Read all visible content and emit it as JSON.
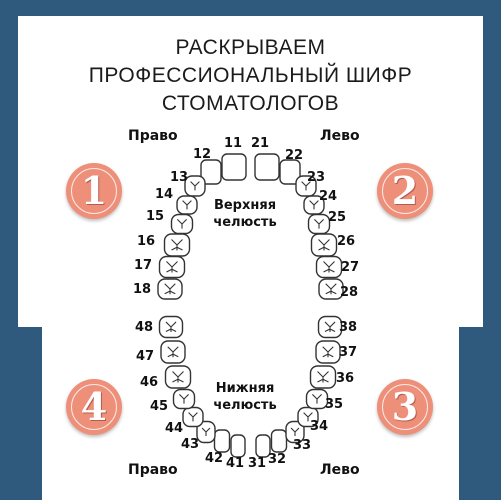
{
  "title_lines": [
    "РАСКРЫВАЕМ",
    "ПРОФЕССИОНАЛЬНЫЙ ШИФР",
    "СТОМАТОЛОГОВ"
  ],
  "sides": {
    "top_right": "Право",
    "top_left": "Лево",
    "bottom_right": "Право",
    "bottom_left": "Лево"
  },
  "quadrants": [
    "1",
    "2",
    "3",
    "4"
  ],
  "jaws": {
    "upper": [
      "Верхняя",
      "челюсть"
    ],
    "lower": [
      "Нижняя",
      "челюсть"
    ]
  },
  "teeth_upper_right": [
    "11",
    "12",
    "13",
    "14",
    "15",
    "16",
    "17",
    "18"
  ],
  "teeth_upper_left": [
    "21",
    "22",
    "23",
    "24",
    "25",
    "26",
    "27",
    "28"
  ],
  "teeth_lower_left": [
    "31",
    "32",
    "33",
    "34",
    "35",
    "36",
    "37",
    "38"
  ],
  "teeth_lower_right": [
    "41",
    "42",
    "43",
    "44",
    "45",
    "46",
    "47",
    "48"
  ],
  "colors": {
    "frame": "#2f5a7e",
    "badge": "#ee8f7a",
    "tooth_outline": "#333333"
  }
}
